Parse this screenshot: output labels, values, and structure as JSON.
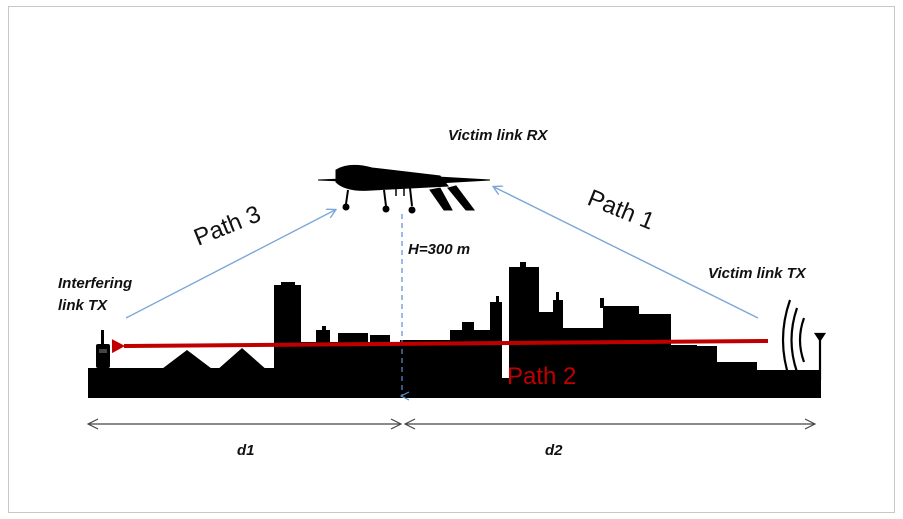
{
  "labels": {
    "victim_rx": "Victim link RX",
    "victim_tx": "Victim link TX",
    "interfering_tx_line1": "Interfering",
    "interfering_tx_line2": "link TX",
    "height": "H=300 m",
    "path1": "Path 1",
    "path2": "Path 2",
    "path3": "Path 3",
    "d1": "d1",
    "d2": "d2"
  },
  "colors": {
    "signal_path": "#7ba7d9",
    "interference_path": "#c00000",
    "skyline": "#000000",
    "dimension_line": "#444444",
    "height_line": "#5b8fd0"
  },
  "icons": {
    "drone": "uav-drone-icon",
    "interferer": "walkie-talkie-icon",
    "victim_tx": "antenna-tower-icon"
  }
}
